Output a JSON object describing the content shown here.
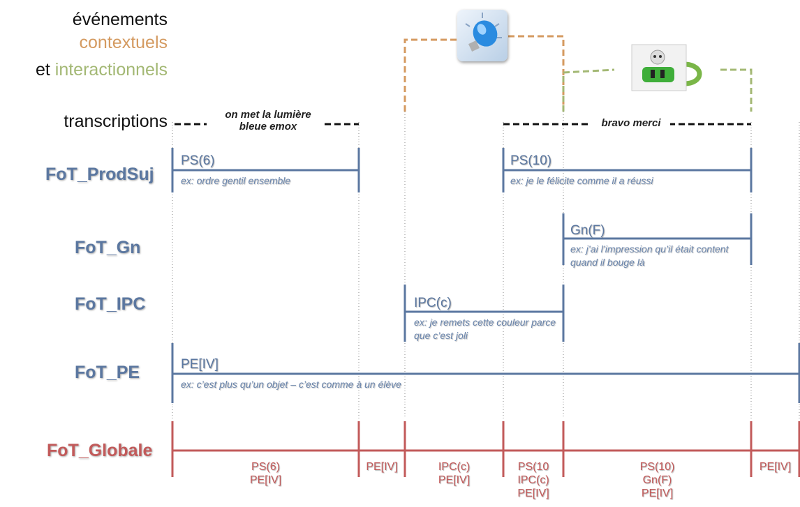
{
  "header": {
    "line1": "événements",
    "line2": "contextuels",
    "line3_prefix": "et ",
    "line3_rest": "interactionnels",
    "transcriptions": "transcriptions"
  },
  "colors": {
    "blue": "#5b77a0",
    "red": "#c25a5a",
    "orange": "#d49a60",
    "green": "#a3b874"
  },
  "transcripts": {
    "t1": "on met la lumière\nbleue emox",
    "t2": "bravo merci"
  },
  "icons": {
    "event1": "light-bulb-icon",
    "event2": "robot-icon"
  },
  "rows": {
    "prodsuj": {
      "label": "FoT_ProdSuj",
      "s1_code": "PS(6)",
      "s1_ex": "ex: ordre gentil ensemble",
      "s2_code": "PS(10)",
      "s2_ex": "ex: je le félicite comme il a réussi"
    },
    "gn": {
      "label": "FoT_Gn",
      "s1_code": "Gn(F)",
      "s1_ex": "ex: j’ai l’impression qu’il était content quand il bouge là"
    },
    "ipc": {
      "label": "FoT_IPC",
      "s1_code": "IPC(c)",
      "s1_ex": "ex: je remets cette couleur parce que c’est joli"
    },
    "pe": {
      "label": "FoT_PE",
      "s1_code": "PE[IV]",
      "s1_ex": "ex: c’est plus qu’un objet – c’est comme à un élève"
    },
    "globale": {
      "label": "FoT_Globale",
      "segments": [
        "PS(6)\nPE[IV]",
        "PE[IV]",
        "IPC(c)\nPE[IV]",
        "PS(10\nIPC(c)\nPE[IV]",
        "PS(10)\nGn(F)\nPE[IV]",
        "PE[IV]"
      ]
    }
  }
}
